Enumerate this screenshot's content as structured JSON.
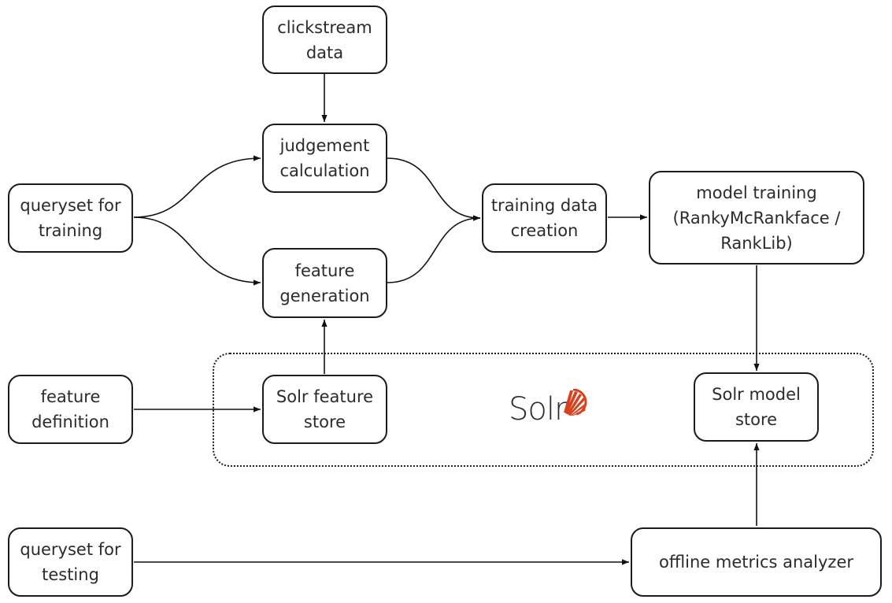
{
  "diagram": {
    "nodes": {
      "clickstream": {
        "line1": "clickstream",
        "line2": "data"
      },
      "judgement": {
        "line1": "judgement",
        "line2": "calculation"
      },
      "queryset_training": {
        "line1": "queryset for",
        "line2": "training"
      },
      "feature_generation": {
        "line1": "feature",
        "line2": "generation"
      },
      "training_data": {
        "line1": "training data",
        "line2": "creation"
      },
      "model_training": {
        "line1": "model training",
        "line2": "(RankyMcRankface /",
        "line3": "RankLib)"
      },
      "feature_definition": {
        "line1": "feature",
        "line2": "definition"
      },
      "solr_feature_store": {
        "line1": "Solr feature",
        "line2": "store"
      },
      "solr_model_store": {
        "line1": "Solr model",
        "line2": "store"
      },
      "queryset_testing": {
        "line1": "queryset for",
        "line2": "testing"
      },
      "offline_metrics": {
        "line1": "offline metrics analyzer"
      }
    },
    "container": {
      "logo_text": "Solr",
      "logo_icon": "solr-sunburst-icon",
      "logo_color": "#d9411e"
    },
    "edges": [
      {
        "from": "clickstream data",
        "to": "judgement calculation"
      },
      {
        "from": "queryset for training",
        "to": "judgement calculation"
      },
      {
        "from": "queryset for training",
        "to": "feature generation"
      },
      {
        "from": "judgement calculation",
        "to": "training data creation"
      },
      {
        "from": "feature generation",
        "to": "training data creation"
      },
      {
        "from": "training data creation",
        "to": "model training"
      },
      {
        "from": "model training",
        "to": "Solr model store"
      },
      {
        "from": "feature definition",
        "to": "Solr feature store"
      },
      {
        "from": "Solr feature store",
        "to": "feature generation"
      },
      {
        "from": "queryset for testing",
        "to": "offline metrics analyzer"
      },
      {
        "from": "offline metrics analyzer",
        "to": "Solr model store"
      }
    ]
  }
}
